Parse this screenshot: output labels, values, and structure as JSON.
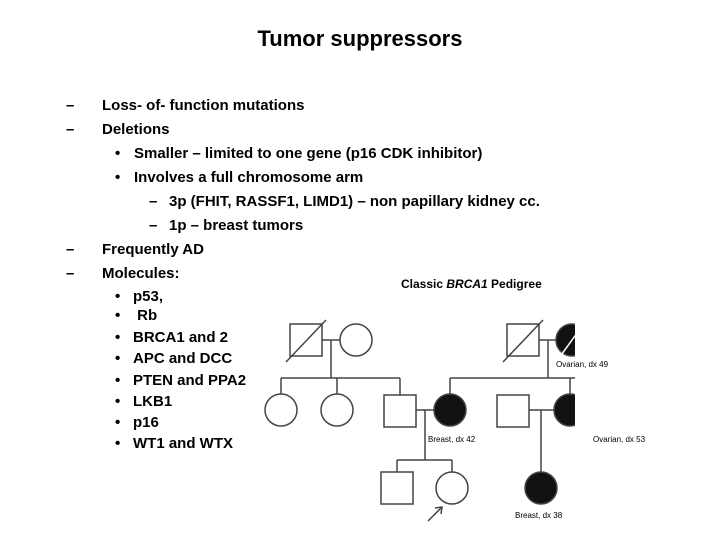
{
  "title": "Tumor suppressors",
  "bullets": {
    "l1": {
      "marker": "–",
      "text": "Loss- of- function mutations"
    },
    "l2": {
      "marker": "–",
      "text": "Deletions"
    },
    "l2a": {
      "marker": "•",
      "text": "Smaller – limited to one gene (p16 CDK inhibitor)"
    },
    "l2b": {
      "marker": "•",
      "text": "Involves a full chromosome arm"
    },
    "l2b1": {
      "marker": "–",
      "text": "3p (FHIT, RASSF1, LIMD1) – non papillary kidney cc."
    },
    "l2b2": {
      "marker": "–",
      "text": "1p – breast tumors"
    },
    "l3": {
      "marker": "–",
      "text": "Frequently AD"
    },
    "l4": {
      "marker": "–",
      "text": "Molecules:"
    }
  },
  "molecules": {
    "marker": "•",
    "items": [
      "p53,",
      " Rb",
      "BRCA1 and 2",
      "APC and DCC",
      "PTEN and PPA2",
      "LKB1",
      "p16",
      "WT1 and WTX"
    ]
  },
  "pedigree": {
    "title_prefix": "Classic ",
    "title_italic": "BRCA1",
    "title_suffix": " Pedigree",
    "labels": {
      "ovarian49": "Ovarian, dx 49",
      "breast42": "Breast, dx 42",
      "ovarian53": "Ovarian, dx 53",
      "breast38": "Breast, dx 38"
    }
  }
}
